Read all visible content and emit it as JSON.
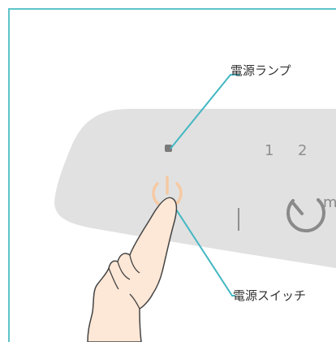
{
  "callouts": {
    "power_lamp_label": "電源ランプ",
    "power_switch_label": "電源スイッチ"
  },
  "panel": {
    "timer_number_1": "1",
    "timer_number_2": "2",
    "timer_unit_partial": "m"
  },
  "icons": {
    "power": "power-icon",
    "timer": "timer-icon",
    "lamp": "lamp-indicator",
    "hand": "pointing-hand"
  },
  "colors": {
    "frame_border": "#5cc4c9",
    "callout_line": "#43b7c2",
    "panel_fill": "#e1e1e1",
    "power_icon_glow": "#f6c9a3",
    "hand_fill": "#fde7d6",
    "hand_stroke": "#444444",
    "timer_icon": "#8a8a8a",
    "lamp": "#7a7a7a"
  }
}
